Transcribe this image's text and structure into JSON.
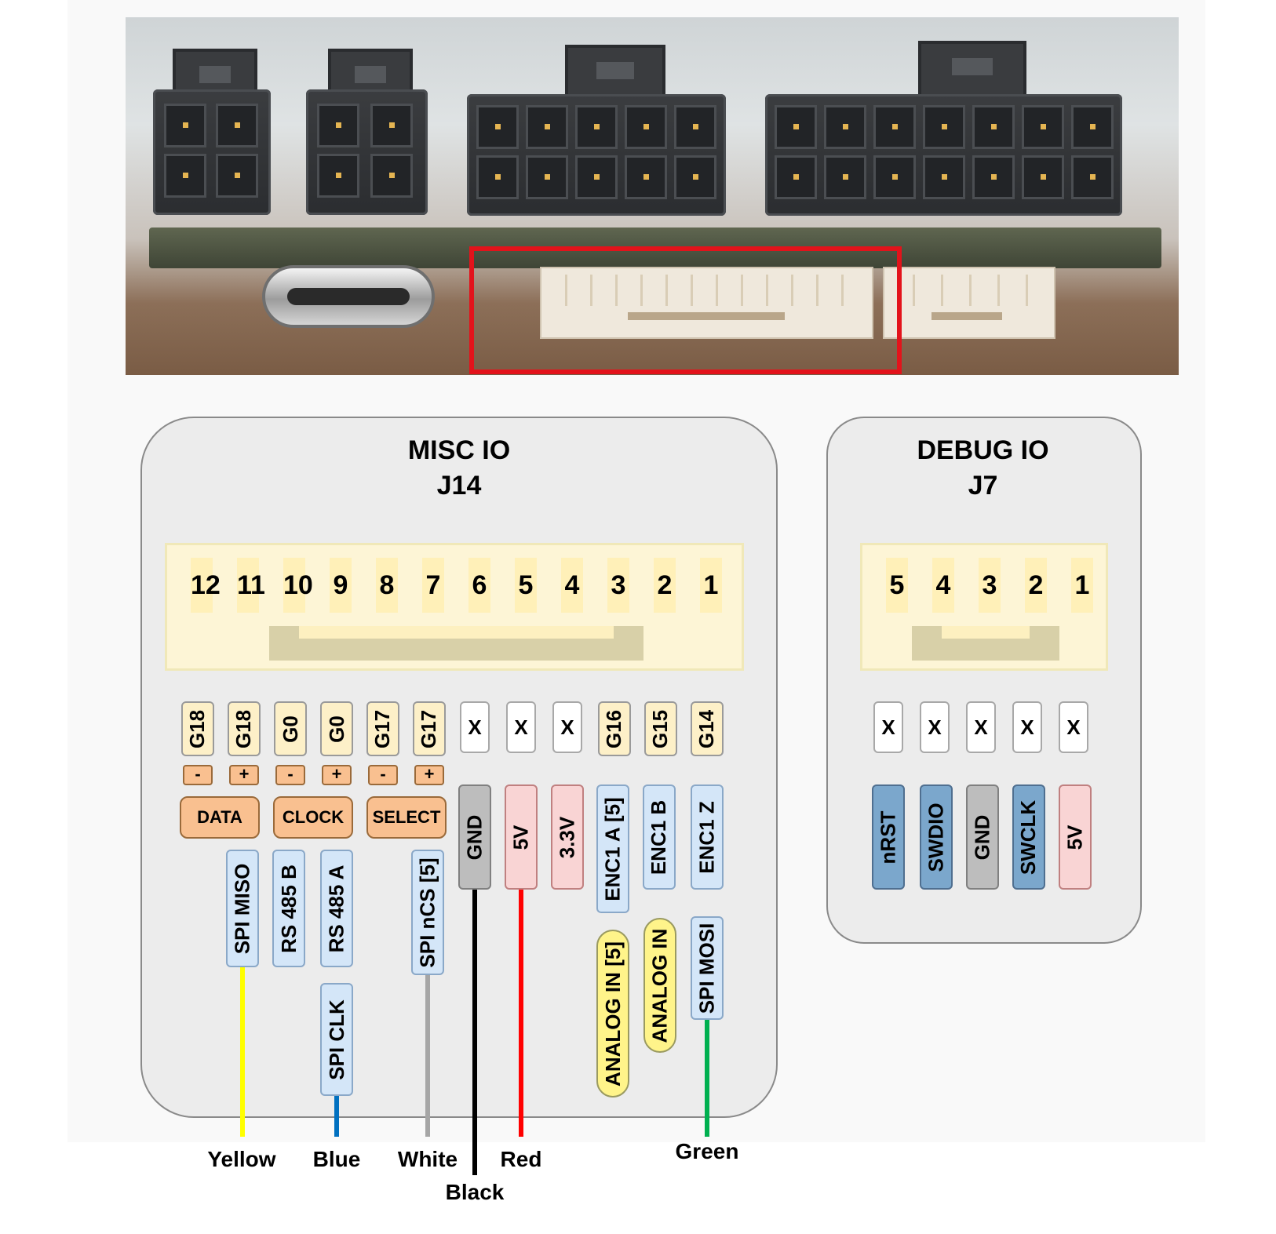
{
  "misc": {
    "title_line1": "MISC IO",
    "title_line2": "J14",
    "pins": [
      "12",
      "11",
      "10",
      "9",
      "8",
      "7",
      "6",
      "5",
      "4",
      "3",
      "2",
      "1"
    ],
    "gpio": [
      "G18",
      "G18",
      "G0",
      "G0",
      "G17",
      "G17",
      "X",
      "X",
      "X",
      "G16",
      "G15",
      "G14"
    ],
    "polarity": [
      "-",
      "+",
      "-",
      "+",
      "-",
      "+"
    ],
    "groups": [
      "DATA",
      "CLOCK",
      "SELECT"
    ],
    "power": [
      "GND",
      "5V",
      "3.3V"
    ],
    "enc": [
      "ENC1 A [5]",
      "ENC1 B",
      "ENC1 Z"
    ],
    "spi_miso": "SPI MISO",
    "rs485b": "RS 485 B",
    "rs485a": "RS 485 A",
    "spi_clk": "SPI CLK",
    "spi_ncs": "SPI nCS [5]",
    "analog5": "ANALOG IN [5]",
    "analog": "ANALOG IN",
    "spi_mosi": "SPI MOSI"
  },
  "debug": {
    "title_line1": "DEBUG IO",
    "title_line2": "J7",
    "pins": [
      "5",
      "4",
      "3",
      "2",
      "1"
    ],
    "x": [
      "X",
      "X",
      "X",
      "X",
      "X"
    ],
    "signals": [
      "nRST",
      "SWDIO",
      "GND",
      "SWCLK",
      "5V"
    ]
  },
  "wires": {
    "yellow": "Yellow",
    "blue": "Blue",
    "white": "White",
    "black": "Black",
    "red": "Red",
    "green": "Green"
  },
  "colors": {
    "highlight": "#e3131b",
    "gpio_fill": "#fdf0c8",
    "orange": "#f9c090",
    "light_blue": "#d4e6f8",
    "dark_blue": "#7ba7cc",
    "pink": "#f9d4d4",
    "gray": "#bdbdbd",
    "yellow_label": "#fff48a",
    "wire_yellow": "#ffff00",
    "wire_blue": "#0070c0",
    "wire_white": "#a6a6a6",
    "wire_black": "#000000",
    "wire_red": "#ff0000",
    "wire_green": "#00b050"
  }
}
